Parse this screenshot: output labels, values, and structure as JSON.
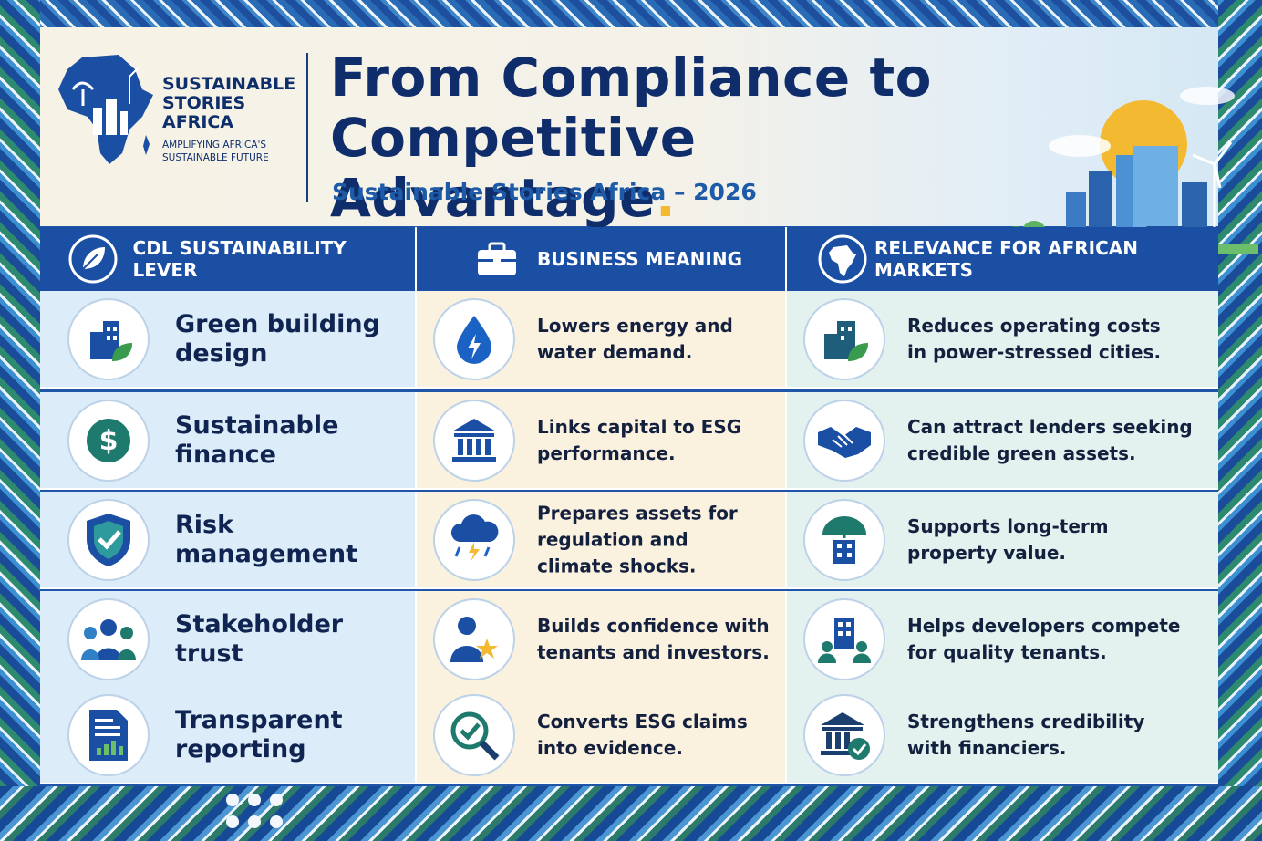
{
  "brand": {
    "name_line1": "SUSTAINABLE",
    "name_line2": "STORIES",
    "name_line3": "AFRICA",
    "tagline_line1": "AMPLIFYING AFRICA'S",
    "tagline_line2": "SUSTAINABLE FUTURE"
  },
  "header": {
    "title_line1": "From Compliance to",
    "title_line2": "Competitive Advantage",
    "title_dot": ".",
    "subtitle": "Sustainable Stories Africa – 2026"
  },
  "columns": [
    {
      "label": "CDL SUSTAINABILITY LEVER",
      "icon": "leaf-icon"
    },
    {
      "label": "BUSINESS MEANING",
      "icon": "briefcase-icon"
    },
    {
      "label": "RELEVANCE FOR AFRICAN MARKETS",
      "icon": "africa-map-icon"
    }
  ],
  "rows": [
    {
      "lever_line1": "Green building",
      "lever_line2": "design",
      "lever_icon": "green-building-icon",
      "meaning_line1": "Lowers energy and",
      "meaning_line2": "water demand.",
      "meaning_line3": "",
      "meaning_icon": "water-energy-drop-icon",
      "relevance_line1": "Reduces operating costs",
      "relevance_line2": "in power-stressed cities.",
      "relevance_icon": "building-leaf-icon"
    },
    {
      "lever_line1": "Sustainable",
      "lever_line2": "finance",
      "lever_icon": "dollar-icon",
      "meaning_line1": "Links capital to ESG",
      "meaning_line2": "performance.",
      "meaning_line3": "",
      "meaning_icon": "bank-icon",
      "relevance_line1": "Can attract lenders seeking",
      "relevance_line2": "credible green assets.",
      "relevance_icon": "handshake-icon"
    },
    {
      "lever_line1": "Risk",
      "lever_line2": "management",
      "lever_icon": "shield-check-icon",
      "meaning_line1": "Prepares assets for",
      "meaning_line2": "regulation and",
      "meaning_line3": "climate shocks.",
      "meaning_icon": "storm-cloud-icon",
      "relevance_line1": "Supports long-term",
      "relevance_line2": "property value.",
      "relevance_icon": "umbrella-building-icon"
    },
    {
      "lever_line1": "Stakeholder",
      "lever_line2": "trust",
      "lever_icon": "people-group-icon",
      "meaning_line1": "Builds confidence with",
      "meaning_line2": "tenants and investors.",
      "meaning_line3": "",
      "meaning_icon": "person-star-icon",
      "relevance_line1": "Helps developers compete",
      "relevance_line2": "for quality tenants.",
      "relevance_icon": "building-people-icon"
    },
    {
      "lever_line1": "Transparent",
      "lever_line2": "reporting",
      "lever_icon": "report-chart-icon",
      "meaning_line1": "Converts ESG claims",
      "meaning_line2": "into evidence.",
      "meaning_line3": "",
      "meaning_icon": "magnifier-check-icon",
      "relevance_line1": "Strengthens credibility",
      "relevance_line2": "with financiers.",
      "relevance_icon": "bank-check-icon"
    }
  ],
  "colors": {
    "navy": "#0f2d6b",
    "header_blue": "#1a4fa4",
    "green": "#2f9a4a",
    "gold": "#f2b931"
  }
}
